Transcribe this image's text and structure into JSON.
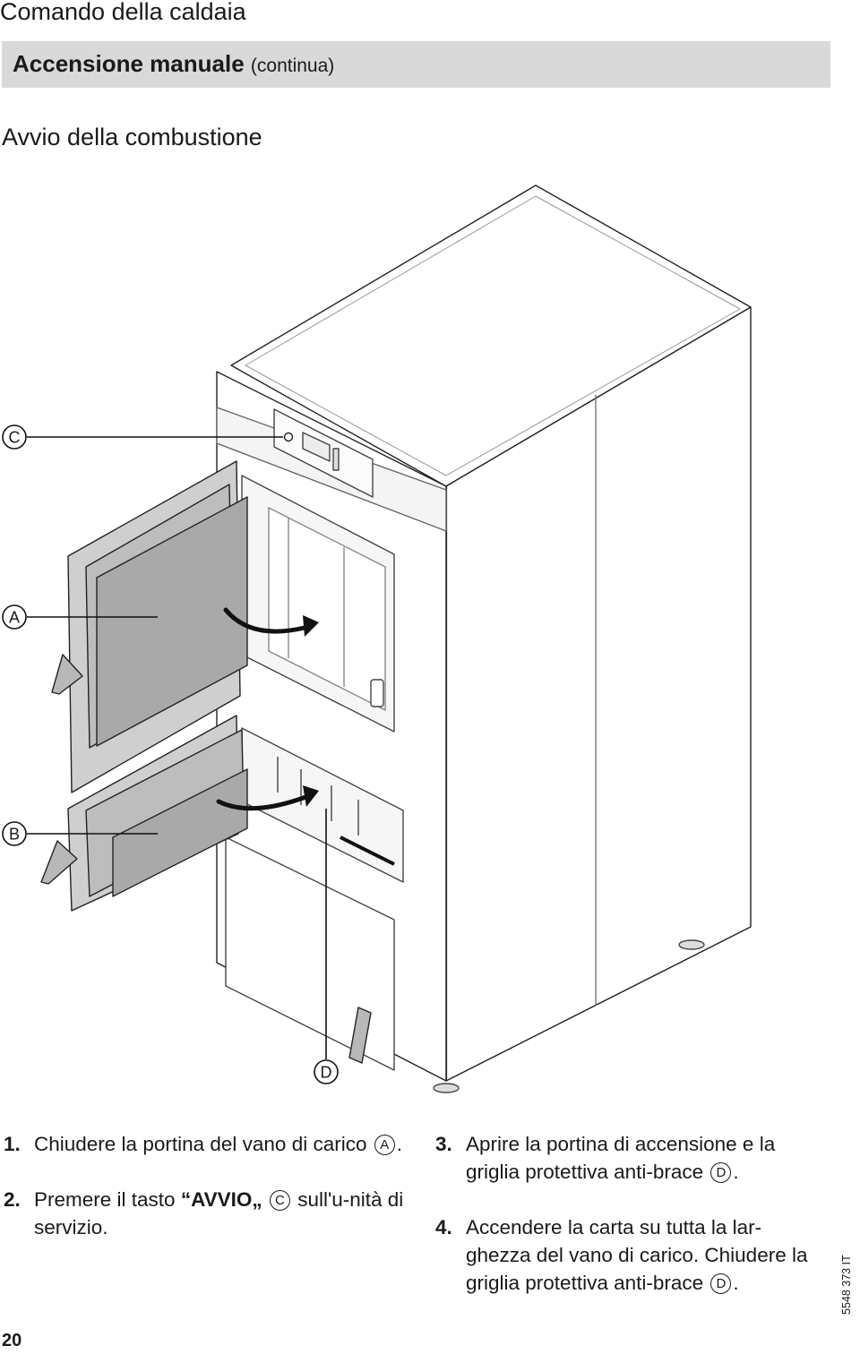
{
  "header": {
    "running_head": "Comando della caldaia"
  },
  "section": {
    "title": "Accensione manuale",
    "subtitle": "(continua)"
  },
  "subsection": {
    "title": "Avvio della combustione"
  },
  "figure": {
    "callouts": [
      {
        "letter": "C"
      },
      {
        "letter": "A"
      },
      {
        "letter": "B"
      },
      {
        "letter": "D"
      }
    ]
  },
  "steps": [
    {
      "num": "1.",
      "parts": [
        {
          "t": "Chiudere la portina del vano di carico "
        },
        {
          "c": "A"
        },
        {
          "t": "."
        }
      ]
    },
    {
      "num": "2.",
      "parts": [
        {
          "t": "Premere il tasto "
        },
        {
          "b": "“AVVIO„"
        },
        {
          "t": " "
        },
        {
          "c": "C"
        },
        {
          "t": " sull'u-nità di servizio."
        }
      ]
    },
    {
      "num": "3.",
      "parts": [
        {
          "t": "Aprire la portina di accensione e la griglia protettiva anti-brace "
        },
        {
          "c": "D"
        },
        {
          "t": "."
        }
      ]
    },
    {
      "num": "4.",
      "parts": [
        {
          "t": "Accendere la carta su tutta la lar-ghezza del vano di carico. Chiudere la griglia protettiva anti-brace "
        },
        {
          "c": "D"
        },
        {
          "t": "."
        }
      ]
    }
  ],
  "footer": {
    "doc_code": "5548 373 IT",
    "page_number": "20"
  }
}
